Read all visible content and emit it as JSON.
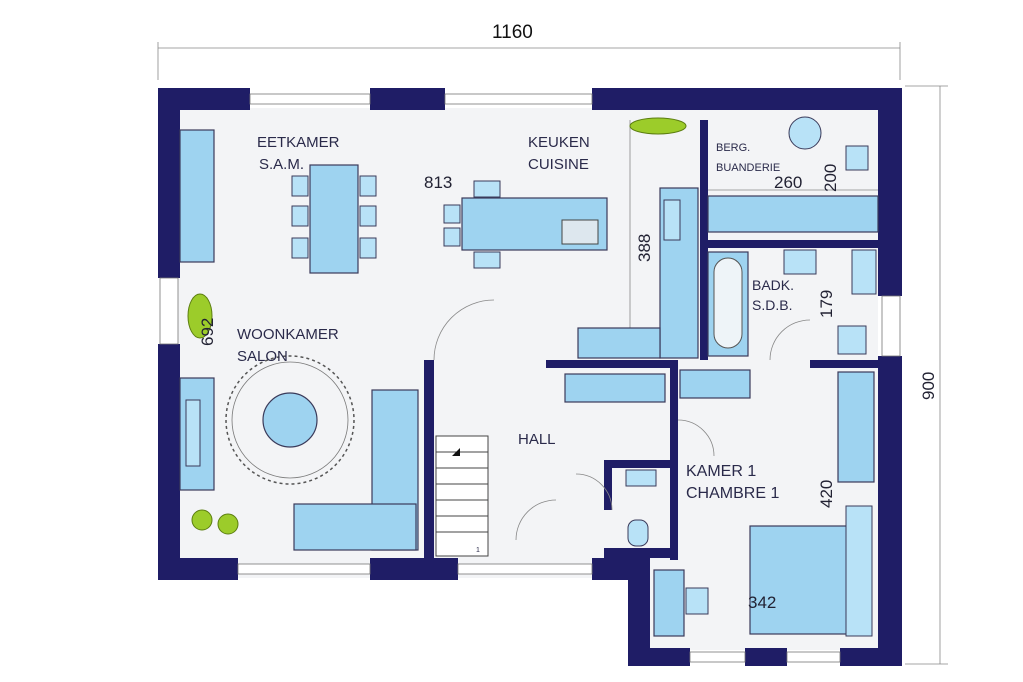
{
  "dimensions": {
    "overall_width": "1160",
    "overall_height": "900",
    "living_height": "692",
    "dining_width": "813",
    "kitchen_depth": "388",
    "storage_width": "260",
    "storage_depth": "200",
    "bath_depth": "179",
    "bedroom_depth": "420",
    "bedroom_width": "342"
  },
  "rooms": {
    "dining": [
      "EETKAMER",
      "S.A.M."
    ],
    "kitchen": [
      "KEUKEN",
      "CUISINE"
    ],
    "storage": [
      "BERG.",
      "BUANDERIE"
    ],
    "bath": [
      "BADK.",
      "S.D.B."
    ],
    "living": [
      "WOONKAMER",
      "SALON"
    ],
    "hall": "HALL",
    "bedroom": [
      "KAMER 1",
      "CHAMBRE 1"
    ]
  },
  "stair_marker": "1",
  "colors": {
    "wall": "#1f1d66",
    "furniture": "#9ed3f0",
    "floor": "#f3f4f6",
    "plant": "#9ccc2a"
  }
}
